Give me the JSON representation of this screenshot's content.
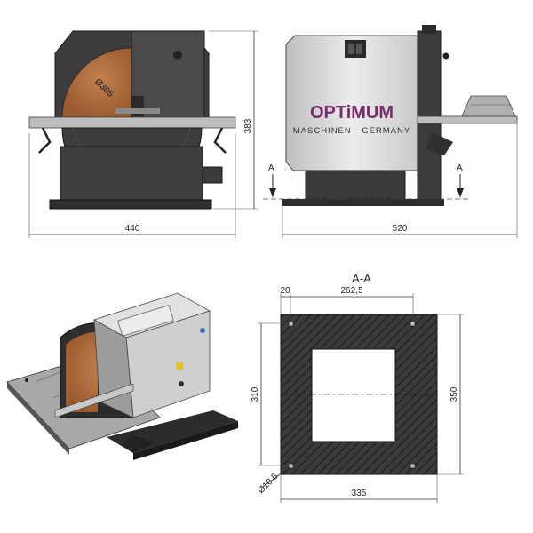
{
  "front_view": {
    "disc_diameter_label": "Ø305",
    "width_label": "440",
    "height_label": "383"
  },
  "side_view": {
    "brand_name": "OPTiMUM",
    "brand_tagline": "MASCHINEN - GERMANY",
    "section_mark_left": "A",
    "section_mark_right": "A",
    "width_label": "520"
  },
  "section_view": {
    "title": "A-A",
    "edge_offset_label": "20",
    "hole_spacing_x_label": "262,5",
    "hole_spacing_y_label": "310",
    "outer_height_label": "350",
    "outer_width_label": "335",
    "hole_diameter_label": "Ø10,5"
  },
  "colors": {
    "machine_dark": "#3a3a3a",
    "disc_copper": "#b06a3a",
    "housing_light": "#d9d9d9",
    "brand_purple": "#7a2d6d",
    "hatch": "#2d2d2d"
  }
}
